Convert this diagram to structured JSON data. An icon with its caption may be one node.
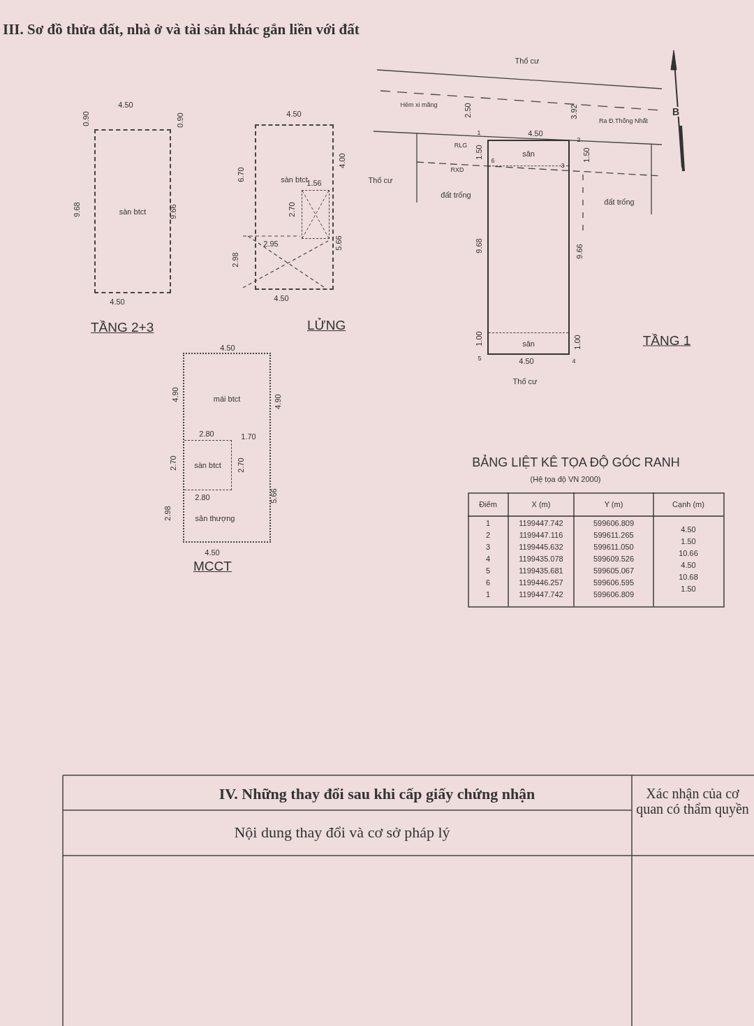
{
  "diagram": {
    "title": "III. Sơ đồ thửa đất, nhà ở và tài sản khác gắn liền với đất",
    "nodes": [
      {
        "text": [
          "sàn btct"
        ],
        "beside": [
          "TẦNG 2+3"
        ]
      },
      {
        "text": [
          "sàn btct"
        ],
        "beside": [
          "LỬNG"
        ]
      },
      {
        "text": [],
        "shape": "box",
        "in": 1
      },
      {
        "text": [],
        "shape": "box"
      },
      {
        "text": [
          "sân"
        ],
        "in": 3
      },
      {
        "text": [
          "sân"
        ],
        "in": 3
      },
      {
        "text": [
          "mái btct"
        ],
        "beside": [
          "MCCT"
        ]
      },
      {
        "text": [
          "sàn btct"
        ],
        "in": 6
      }
    ],
    "labels": [
      "4.50",
      "0.90",
      "0.90",
      "9.68",
      "9.66",
      "4.50",
      "4.50",
      "6.70",
      "4.00",
      "1.56",
      "2.70",
      "2.95",
      "2.98",
      "5.66",
      "4.50",
      "Thổ cư",
      "Hẻm xi măng",
      "2.50",
      "3.92",
      "Ra Đ.Thống Nhất",
      "1",
      "4.50",
      "2",
      "RLG",
      "1.50",
      "6",
      "3",
      "1.50",
      "RXD",
      "Thổ cư",
      "đất trống",
      "đất trống",
      "9.68",
      "9.66",
      "1.00",
      "1.00",
      "5",
      "4.50",
      "4",
      "Thổ cư",
      "B",
      "TẦNG 1",
      "4.50",
      "4.90",
      "4.90",
      "2.80",
      "1.70",
      "2.70",
      "2.70",
      "2.80",
      "2.98",
      "sân thượng",
      "5.66",
      "4.50",
      "BẢNG LIỆT KÊ TỌA ĐỘ GÓC RANH",
      "(Hệ tọa độ VN 2000)",
      "Điểm",
      "X (m)",
      "Y (m)",
      "Cạnh (m)",
      "1",
      "1199447.742",
      "599606.809",
      "4.50",
      "2",
      "1199447.116",
      "599611.265",
      "1.50",
      "3",
      "1199445.632",
      "599611.050",
      "10.66",
      "4",
      "1199435.078",
      "599609.526",
      "4.50",
      "5",
      "1199435.681",
      "599605.067",
      "10.68",
      "6",
      "1199446.257",
      "599606.595",
      "1.50",
      "1",
      "1199447.742",
      "599606.809",
      "IV. Những thay đổi sau khi cấp giấy chứng nhận",
      "Nội dung thay đổi và cơ sở pháp lý",
      "Xác nhận của cơ quan có thẩm quyền"
    ]
  }
}
